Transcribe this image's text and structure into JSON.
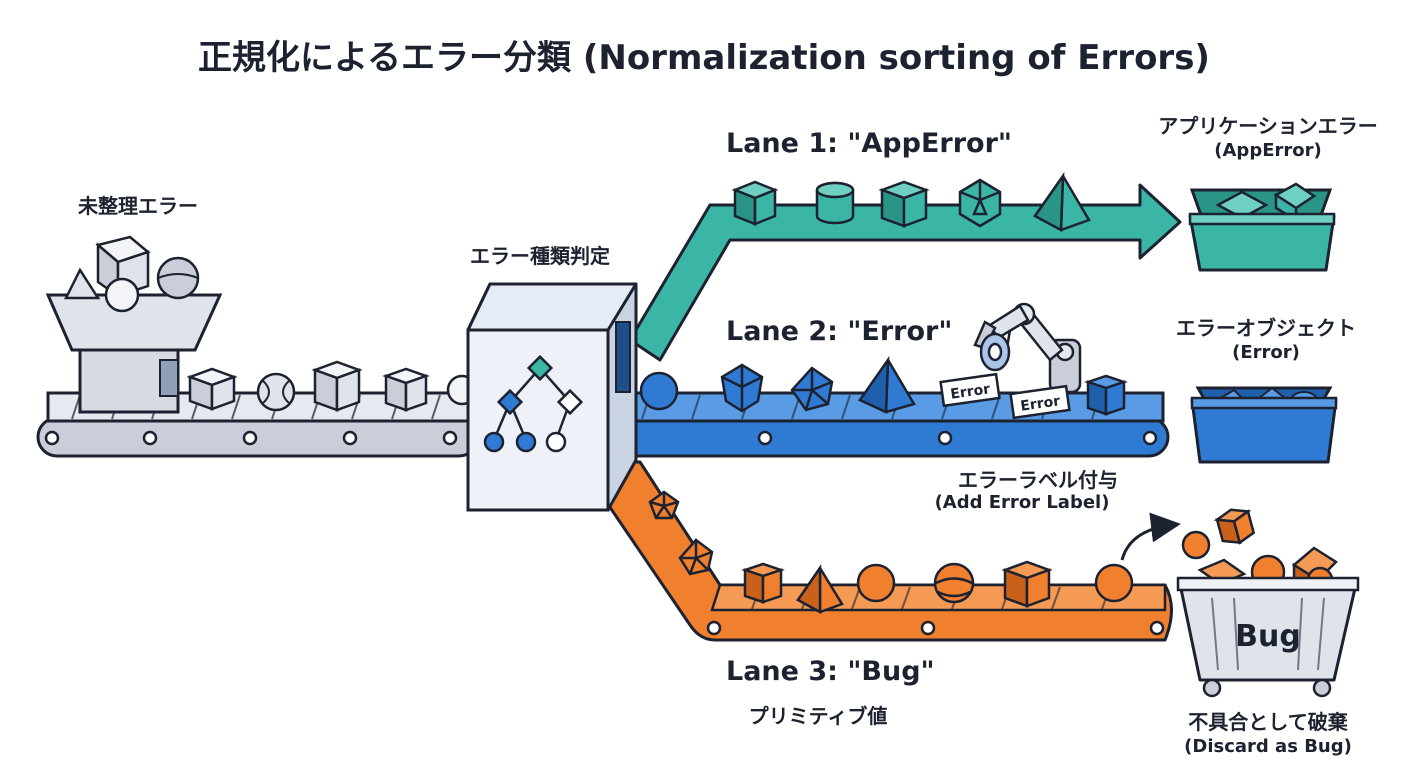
{
  "title": "正規化によるエラー分類 (Normalization sorting of Errors)",
  "input": {
    "label": "未整理エラー"
  },
  "sorter": {
    "label": "エラー種類判定"
  },
  "lanes": {
    "lane1": {
      "label": "Lane 1: \"AppError\"",
      "color": "#3bb5a5"
    },
    "lane2": {
      "label": "Lane 2: \"Error\"",
      "color": "#2f7bd4"
    },
    "lane3": {
      "label": "Lane 3: \"Bug\"",
      "sub": "プリミティブ値",
      "color": "#f07f2e"
    }
  },
  "bins": {
    "app_error": {
      "label_jp": "アプリケーションエラー",
      "label_en": "(AppError)"
    },
    "error": {
      "label_jp": "エラーオブジェクト",
      "label_en": "(Error)"
    },
    "bug": {
      "tag": "Bug",
      "label_jp": "不具合として破棄",
      "label_en": "(Discard as Bug)"
    }
  },
  "labeler": {
    "label_jp": "エラーラベル付与",
    "label_en": "(Add Error Label)",
    "tag_text": "Error"
  },
  "icons": [
    "cube-icon",
    "cylinder-icon",
    "pyramid-icon",
    "sphere-icon",
    "polyhedron-icon",
    "branch-tree-icon",
    "robot-arm-icon",
    "arrow-icon"
  ]
}
